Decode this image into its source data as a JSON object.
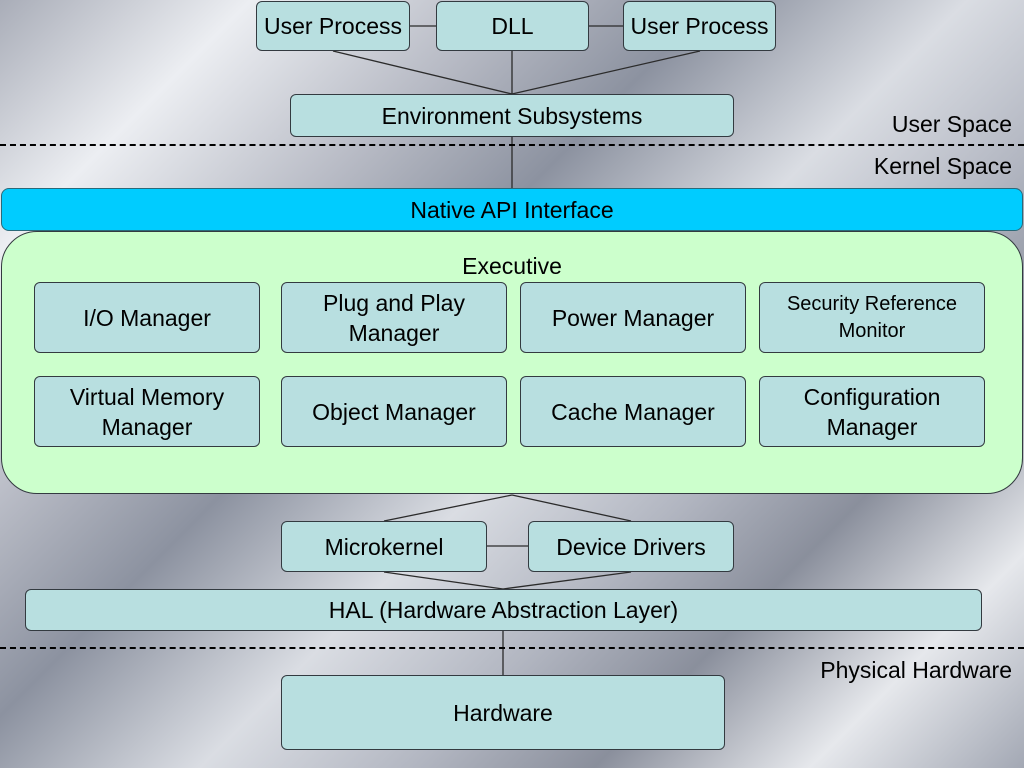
{
  "user_space": {
    "user_process_left": "User Process",
    "dll": "DLL",
    "user_process_right": "User Process",
    "environment_subsystems": "Environment Subsystems"
  },
  "regions": {
    "user_space": "User Space",
    "kernel_space": "Kernel Space",
    "physical_hardware": "Physical Hardware"
  },
  "native_api": "Native API Interface",
  "executive": {
    "title": "Executive",
    "components": [
      "I/O Manager",
      "Plug and Play Manager",
      "Power Manager",
      "Security Reference Monitor",
      "Virtual Memory Manager",
      "Object Manager",
      "Cache Manager",
      "Configuration Manager"
    ]
  },
  "kernel": {
    "microkernel": "Microkernel",
    "device_drivers": "Device Drivers",
    "hal": "HAL (Hardware Abstraction Layer)"
  },
  "hardware": "Hardware",
  "colors": {
    "box_fill": "#b8dfe0",
    "native_api_fill": "#00ccff",
    "executive_fill": "#ccffcc"
  }
}
